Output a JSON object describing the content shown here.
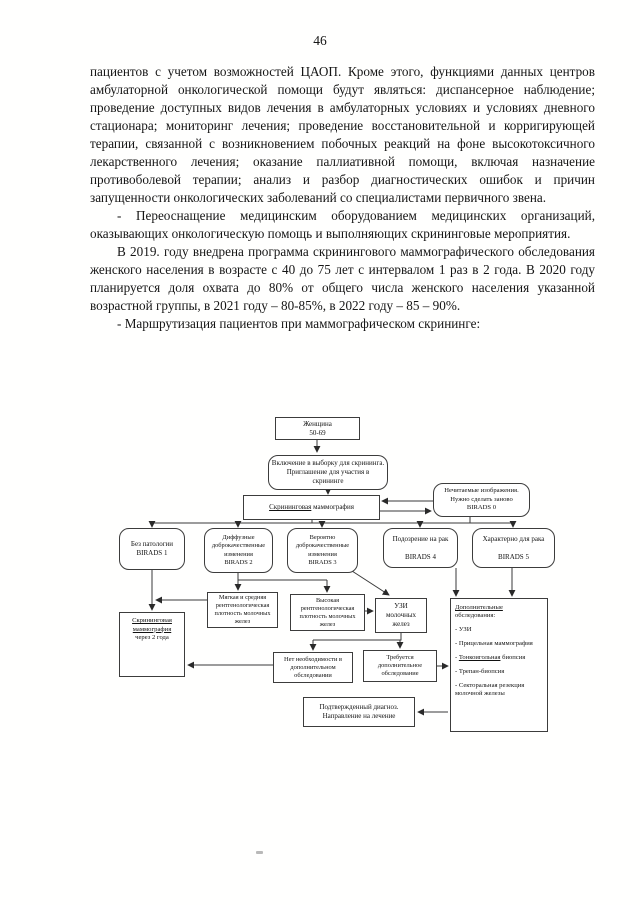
{
  "page": {
    "number": "46"
  },
  "paragraphs": {
    "p1": "пациентов с учетом возможностей ЦАОП. Кроме этого, функциями данных центров амбулаторной онкологической помощи будут являться: диспансерное наблюдение; проведение доступных видов лечения в амбулаторных условиях и условиях дневного стационара; мониторинг лечения; проведение восстановительной и корригирующей терапии, связанной с возникновением побочных реакций на фоне высокотоксичного лекарственного лечения; оказание паллиативной помощи, включая назначение противоболевой терапии; анализ и разбор диагностических ошибок и причин запущенности онкологических заболеваний со специалистами первичного звена.",
    "p2": "- Переоснащение медицинским оборудованием медицинских организаций, оказывающих онкологическую помощь и выполняющих скрининговые мероприятия.",
    "p3": "В 2019. году внедрена программа скринингового маммографического обследования женского населения в возрасте с 40 до 75 лет с интервалом 1 раз в 2 года. В 2020 году планируется доля охвата до 80% от общего числа женского населения указанной возрастной группы, в 2021 году – 80-85%, в 2022 году – 85 – 90%.",
    "p4": "- Маршрутизация пациентов при маммографическом скрининге:"
  },
  "flowchart": {
    "woman": "Женщина\n50-69",
    "inclusion": "Включение в выборку для скрининга. Приглашение для участия в скрининге",
    "mammography": {
      "u": "Скрининговая",
      "rest": " маммография"
    },
    "unreadable": "Нечитаемые изображения.\nНужно сделать заново\nBIRADS 0",
    "birads1": "Без патологии\nBIRADS 1",
    "birads2": "Диффузные доброкачественные изменения\nBIRADS 2",
    "birads3": "Вероятно доброкачественные изменения\nBIRADS 3",
    "birads4": "Подозрение на рак\n\nBIRADS 4",
    "birads5": "Характерно для рака\n\nBIRADS 5",
    "soft_density": "Мягкая и средняя рентгенологическая плотность молочных желез",
    "high_density": "Высокая рентгенологическая плотность молочных желез",
    "ultrasound": "УЗИ\nмолочных\nжелез",
    "repeat_mammo": {
      "u": "Скрининговая маммография",
      "rest": "через 2 года"
    },
    "no_need": "Нет необходимости в дополнительном обследовании",
    "required": "Требуется дополнительное обследование",
    "additional": {
      "title_u": "Дополнительные",
      "title_rest": "\nобследования:",
      "items": [
        "- УЗИ",
        "- Прицельная маммография",
        {
          "prefix": "- ",
          "u": "Тонкоигольная",
          "rest": " биопсия"
        },
        "- Трепан-биопсия",
        "- Секторальная резекция молочной железы"
      ]
    },
    "confirmed": "Подтвержденный диагноз.\nНаправление на лечение"
  }
}
